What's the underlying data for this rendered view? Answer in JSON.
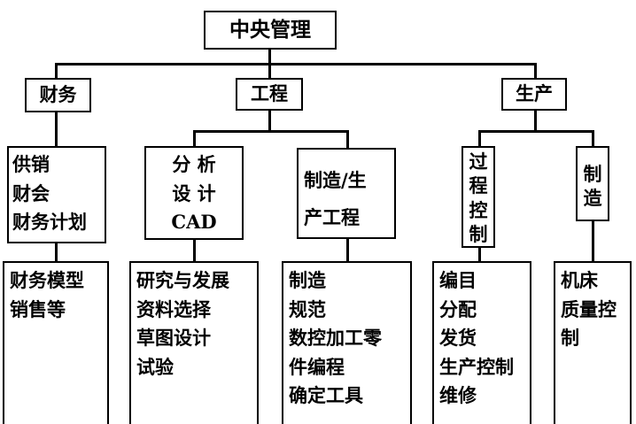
{
  "root": "中央管理",
  "level1": [
    "财务",
    "工程",
    "生产"
  ],
  "level2": [
    [
      "供销",
      "财会",
      "财务计划"
    ],
    [
      "分 析",
      "设 计",
      "CAD"
    ],
    [
      "制造/生",
      "产工程"
    ],
    [
      "过",
      "程",
      "控",
      "制"
    ],
    [
      "制",
      "造"
    ]
  ],
  "level3": [
    [
      "财务模型",
      "销售等"
    ],
    [
      "研究与发展",
      "资料选择",
      "草图设计",
      "试验"
    ],
    [
      "制造",
      "规范",
      "数控加工零",
      "件编程",
      "确定工具"
    ],
    [
      "编目",
      "分配",
      "发货",
      "生产控制",
      "维修"
    ],
    [
      "机床",
      "质量控",
      "制"
    ]
  ]
}
